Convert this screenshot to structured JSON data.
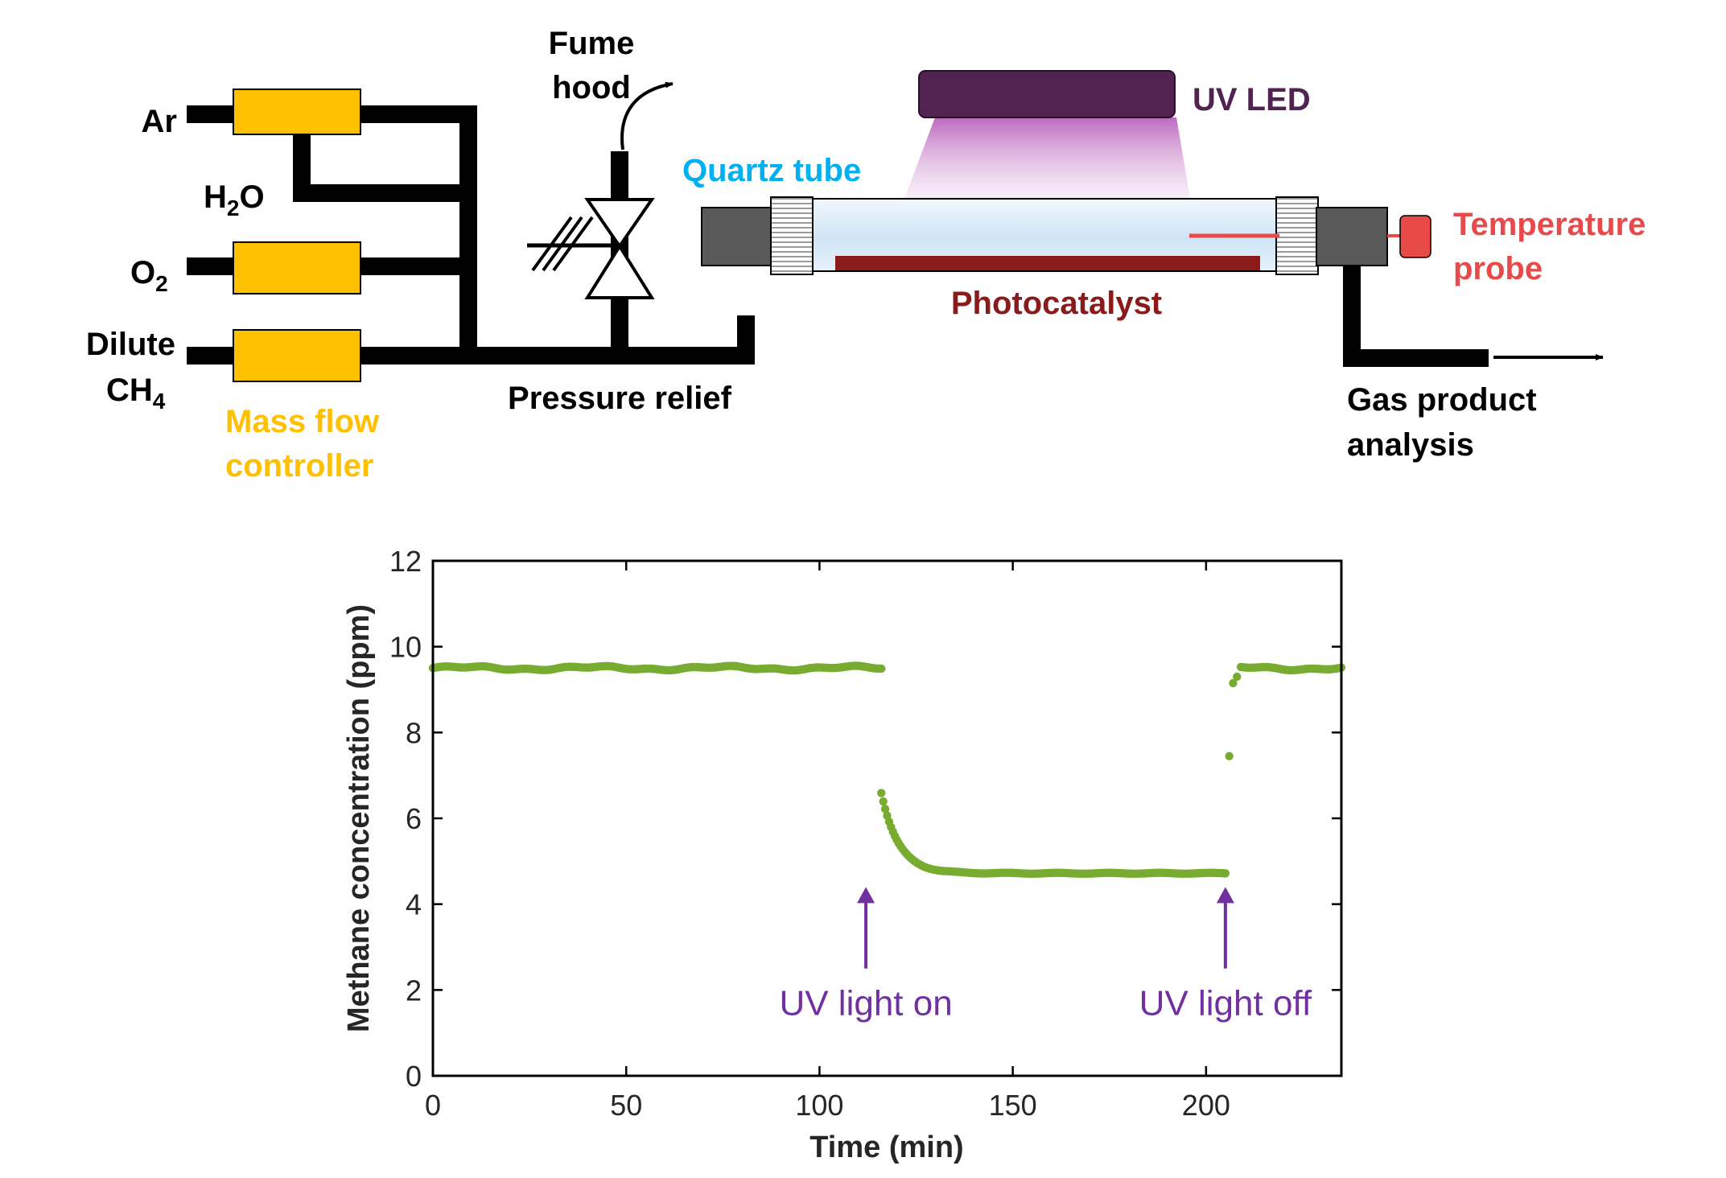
{
  "diagram": {
    "gas_labels": {
      "ar": "Ar",
      "h2o_main": "H",
      "h2o_sub": "2",
      "h2o_tail": "O",
      "o2_main": "O",
      "o2_sub": "2",
      "ch4_line1": "Dilute",
      "ch4_main": "CH",
      "ch4_sub": "4"
    },
    "mass_flow_controller": [
      "Mass flow",
      "controller"
    ],
    "fume_hood": [
      "Fume",
      "hood"
    ],
    "pressure_relief": "Pressure relief",
    "quartz_tube": "Quartz tube",
    "uv_led": "UV LED",
    "photocatalyst": "Photocatalyst",
    "temperature_probe": [
      "Temperature",
      "probe"
    ],
    "gas_product_analysis": [
      "Gas product",
      "analysis"
    ],
    "colors": {
      "pipe": "#000000",
      "mfc_fill": "#ffc000",
      "quartz_label": "#00b0f0",
      "uv_led": "#512350",
      "photocatalyst": "#8b1a1a",
      "probe": "#e84a4a",
      "connector": "#595959"
    }
  },
  "chart_data": {
    "type": "scatter",
    "xlabel": "Time (min)",
    "ylabel": "Methane concentration (ppm)",
    "xlim": [
      0,
      235
    ],
    "ylim": [
      0,
      12
    ],
    "xticks": [
      0,
      50,
      100,
      150,
      200
    ],
    "yticks": [
      0,
      2,
      4,
      6,
      8,
      10,
      12
    ],
    "grid": false,
    "series_color": "#77ac30",
    "segments": [
      {
        "phase": "dark",
        "t_start": 0,
        "t_end": 116,
        "ppm": 9.5
      },
      {
        "phase": "uv",
        "t_start": 116,
        "t_end": 205,
        "ppm_start": 6.6,
        "ppm_end": 4.72,
        "tau_min": 4.5
      },
      {
        "phase": "dark",
        "t_start": 209,
        "t_end": 235,
        "ppm": 9.5
      }
    ],
    "extra_points": [
      [
        206,
        7.45
      ],
      [
        207,
        9.15
      ],
      [
        208,
        9.3
      ]
    ],
    "annotations": [
      {
        "text": "UV light on",
        "x": 112,
        "y_arrow_from": 2.5,
        "y_arrow_to": 4.4,
        "color": "#7030a0"
      },
      {
        "text": "UV light off",
        "x": 205,
        "y_arrow_from": 2.5,
        "y_arrow_to": 4.4,
        "color": "#7030a0"
      }
    ]
  }
}
